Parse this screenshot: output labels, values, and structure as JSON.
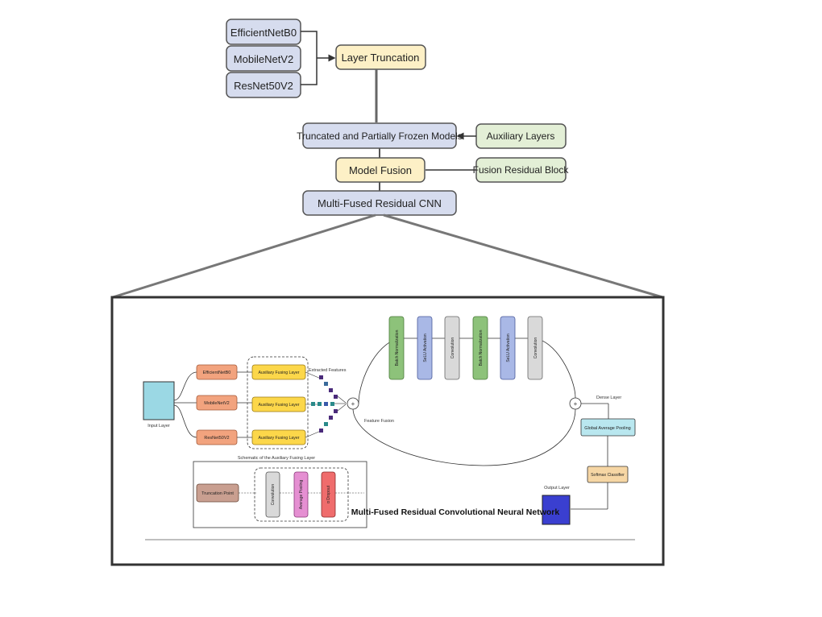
{
  "top_flow": {
    "backbones": [
      "EfficientNetB0",
      "MobileNetV2",
      "ResNet50V2"
    ],
    "layer_truncation": "Layer Truncation",
    "truncated_models": "Truncated and Partially Frozen Models",
    "auxiliary_layers": "Auxiliary Layers",
    "model_fusion": "Model Fusion",
    "fusion_residual_block": "Fusion Residual Block",
    "multi_fused_cnn": "Multi-Fused Residual CNN"
  },
  "detail": {
    "input_layer": "Input Layer",
    "backbones": [
      "EfficientNetB0",
      "MobileNetV2",
      "ResNet50V2"
    ],
    "aux_fusing_layer": "Auxiliary Fusing Layer",
    "extracted_features": "Extracted Features",
    "feature_fusion": "Feature Fusion",
    "plus": "+",
    "residual_block": [
      "Batch Normalization",
      "SeLU Activation",
      "Convolution",
      "Batch Normalization",
      "SeLU Activation",
      "Convolution"
    ],
    "dense_layer": "Dense Layer",
    "global_average_pooling": "Global Average Pooling",
    "softmax_classifier": "Softmax Classifier",
    "output_layer": "Output Layer",
    "schematic_title": "Schematic of the Auxiliary Fusing Layer",
    "truncation_point": "Truncation Point",
    "schematic_blocks": [
      "Convolution",
      "Average Pooling",
      "α Dropout"
    ],
    "network_title": "Multi-Fused Residual Convolutional Neural Network"
  },
  "colors": {
    "blue_box": "#d6dcee",
    "yellow_box": "#fdf0c6",
    "green_box": "#e3efd6",
    "orange_box": "#f2a37e",
    "aux_yellow": "#fcd74a",
    "input_cyan": "#9bd8e4",
    "output_blue": "#3a3fd0",
    "bn_green": "#8dc27a",
    "selu_blue": "#a9b8e6",
    "conv_gray": "#d9d9d9",
    "gap_cyan": "#b9e7ef",
    "softmax_orange": "#f6d6a4",
    "trunc_brown": "#c99f90",
    "avgpool_pink": "#e58fd2",
    "dropout_red": "#ef6c6c"
  }
}
